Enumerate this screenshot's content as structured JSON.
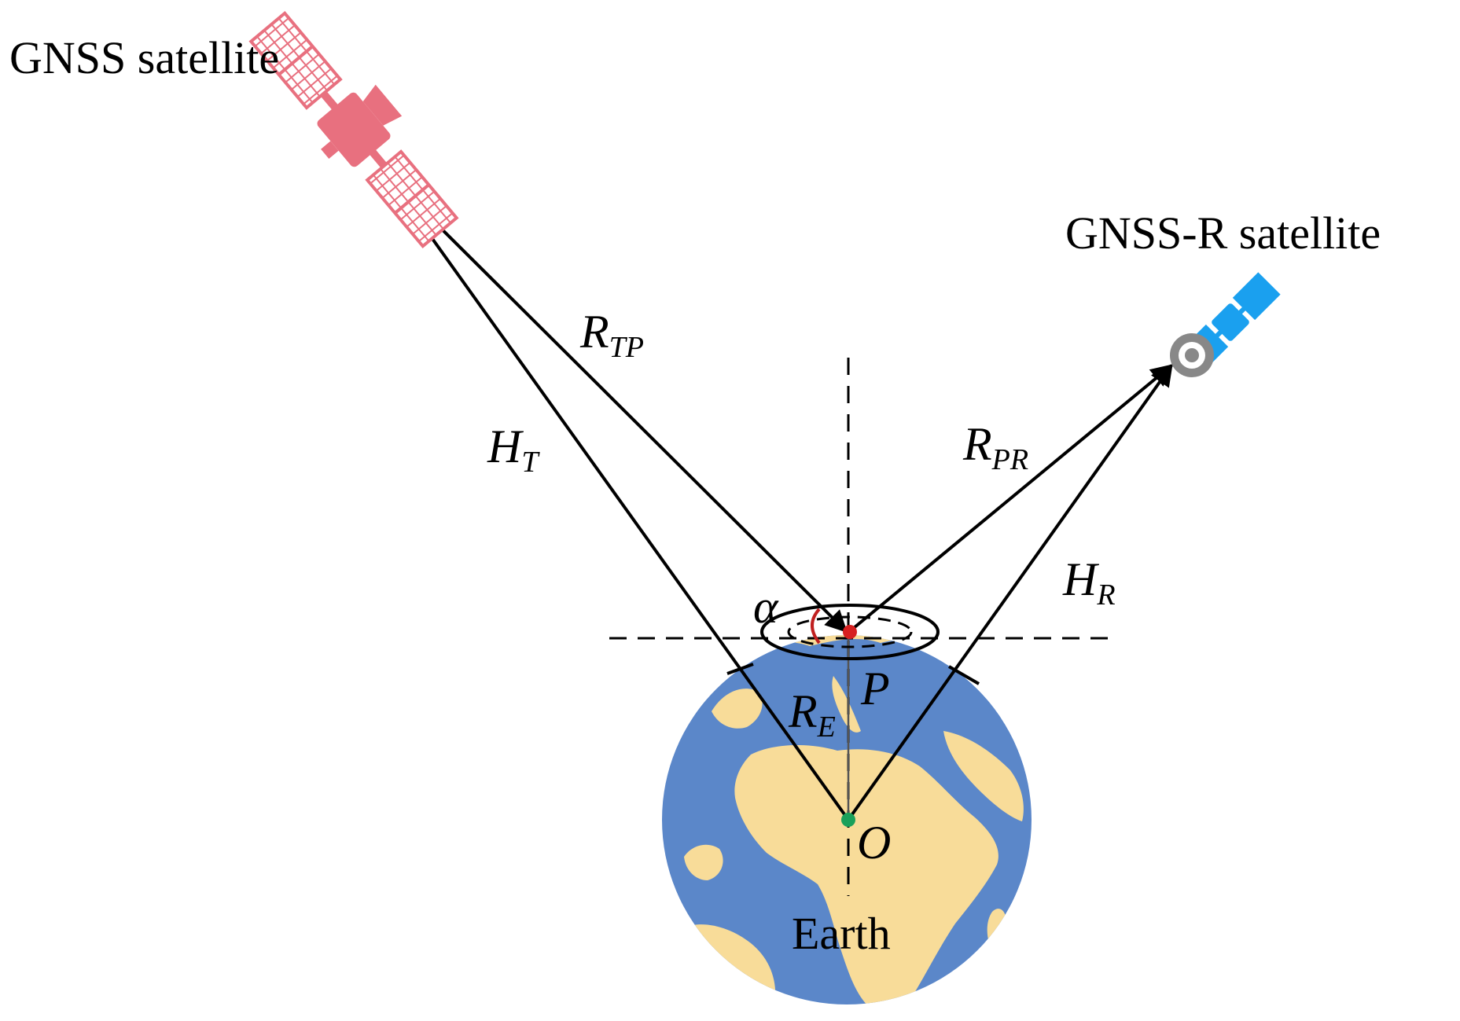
{
  "labels": {
    "gnss_satellite": "GNSS satellite",
    "gnssr_satellite": "GNSS-R satellite",
    "earth": "Earth"
  },
  "symbols": {
    "r_tp": {
      "main": "R",
      "sub": "TP"
    },
    "h_t": {
      "main": "H",
      "sub": "T"
    },
    "r_pr": {
      "main": "R",
      "sub": "PR"
    },
    "h_r": {
      "main": "H",
      "sub": "R"
    },
    "r_e": {
      "main": "R",
      "sub": "E"
    },
    "p": "P",
    "o": "O",
    "alpha": "α"
  },
  "colors": {
    "gnss_satellite": "#e8707f",
    "gnssr_satellite": "#1aa0ef",
    "ocean": "#5b87c9",
    "land": "#f8dc99",
    "specular_point": "#d62020",
    "earth_center": "#1aa05a",
    "angle_arc": "#c02020",
    "lines": "#000000"
  },
  "icons": {
    "transmitter": "gnss-satellite-icon",
    "receiver": "gnssr-satellite-icon",
    "earth": "earth-globe-icon"
  }
}
